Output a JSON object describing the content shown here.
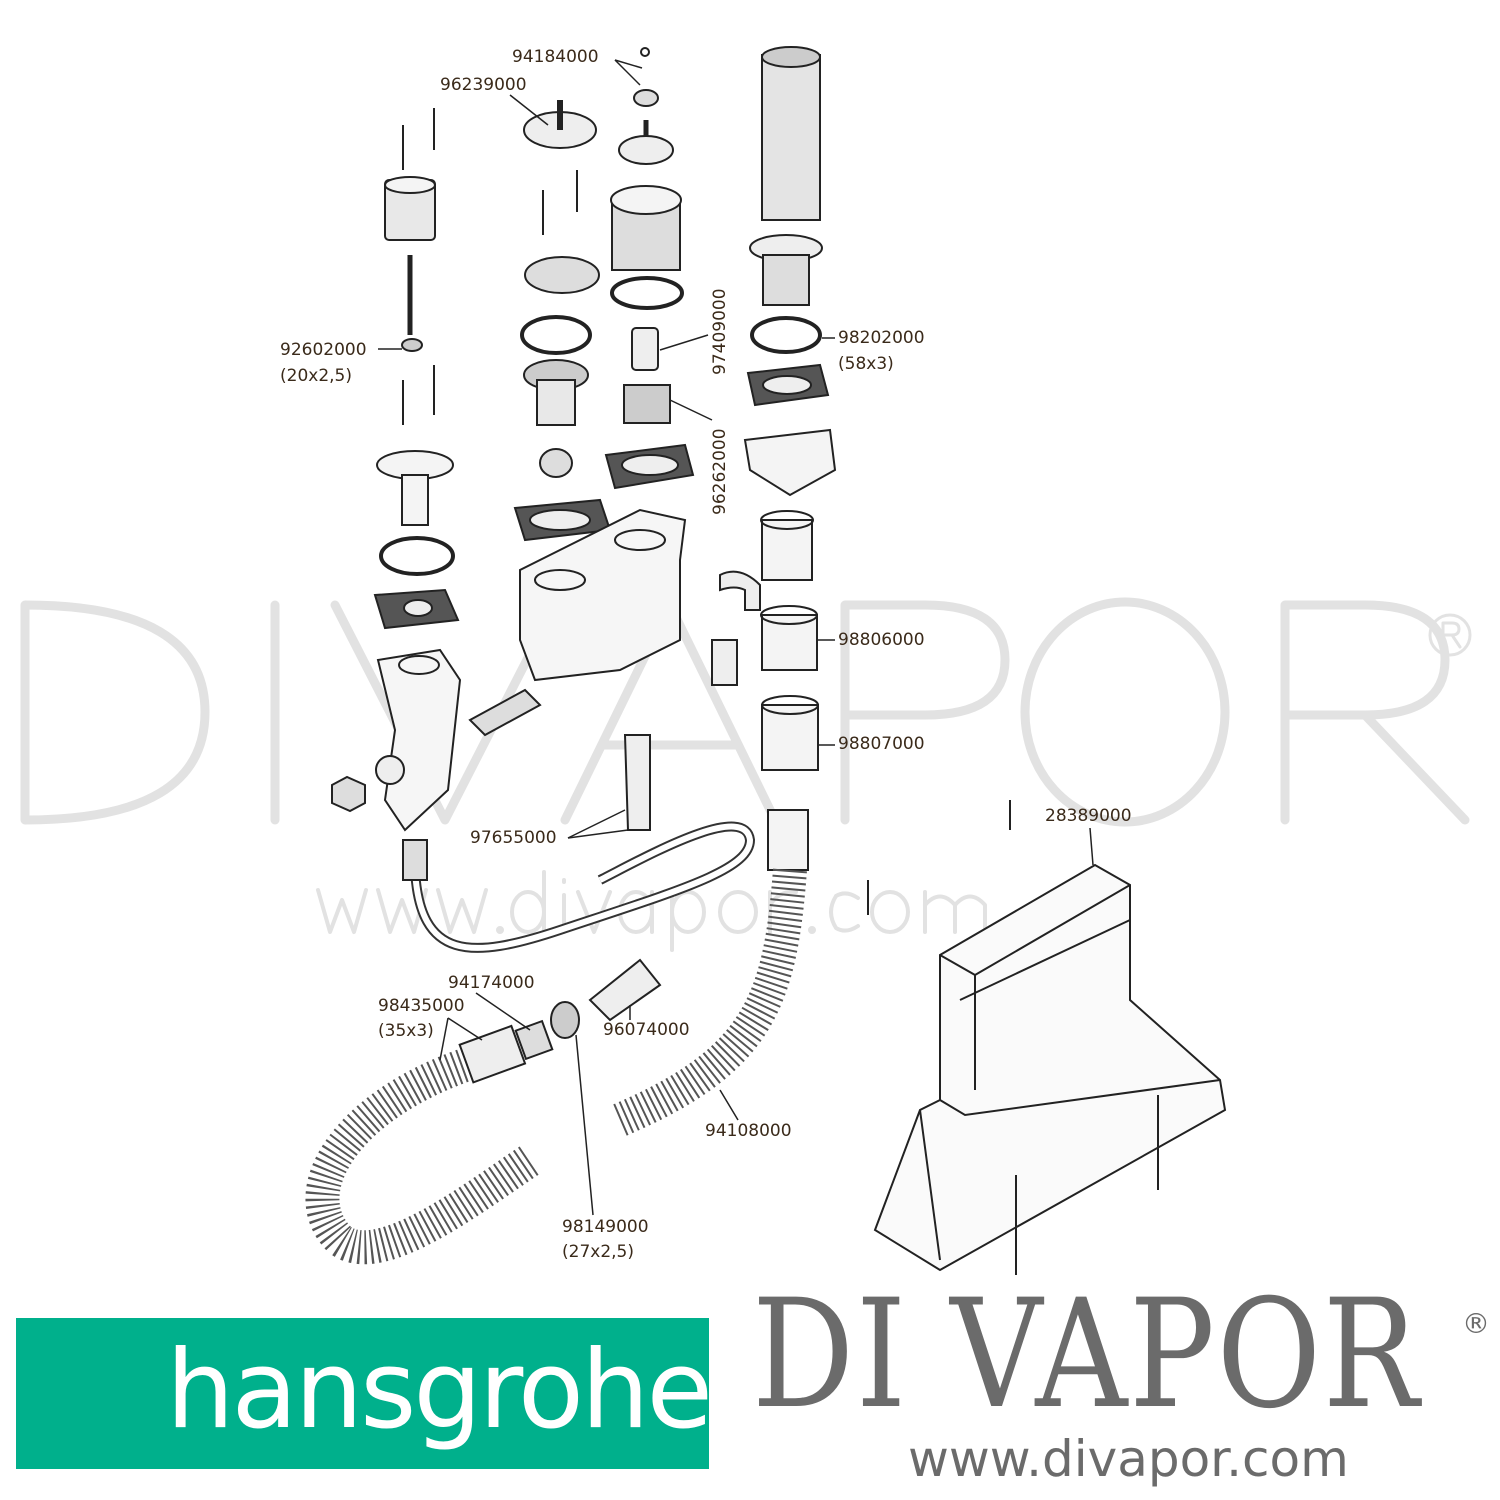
{
  "diagram": {
    "labels": {
      "p94184000": "94184000",
      "p96239000": "96239000",
      "p92602000": "92602000",
      "p92602000_size": "(20x2,5)",
      "p97409000": "97409000",
      "p98202000": "98202000",
      "p98202000_size": "(58x3)",
      "p96262000": "96262000",
      "p98806000": "98806000",
      "p98807000": "98807000",
      "p97655000": "97655000",
      "p28389000": "28389000",
      "p94174000": "94174000",
      "p98435000": "98435000",
      "p98435000_size": "(35x3)",
      "p96074000": "96074000",
      "p94108000": "94108000",
      "p98149000": "98149000",
      "p98149000_size": "(27x2,5)"
    }
  },
  "watermark": {
    "text": "DIVAPOR",
    "registered": "®",
    "url": "www.divapor.com"
  },
  "footer": {
    "brand_logo": "hansgrohe",
    "dealer_logo": "DI VAPOR",
    "dealer_registered": "®",
    "dealer_url": "www.divapor.com",
    "brand_color": "#00b08c"
  }
}
